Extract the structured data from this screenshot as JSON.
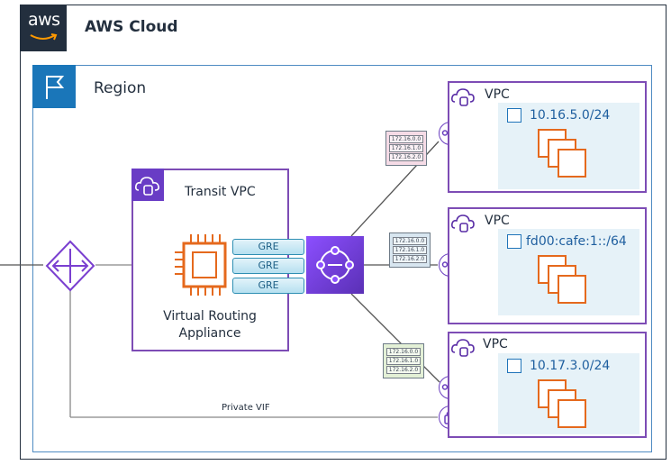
{
  "cloud": {
    "title": "AWS Cloud",
    "logo_text": "aws"
  },
  "region": {
    "title": "Region"
  },
  "transit_vpc": {
    "title": "Transit VPC",
    "appliance_label_1": "Virtual Routing",
    "appliance_label_2": "Appliance"
  },
  "tunnels": [
    "GRE",
    "GRE",
    "GRE"
  ],
  "vpcs": [
    {
      "title": "VPC",
      "cidr": "10.16.5.0/24"
    },
    {
      "title": "VPC",
      "cidr": "fd00:cafe:1::/64"
    },
    {
      "title": "VPC",
      "cidr": "10.17.3.0/24"
    }
  ],
  "route_tables": [
    {
      "rows": [
        "172.16.0.0",
        "172.16.1.0",
        "172.16.2.0"
      ],
      "color": "#f5dbe6"
    },
    {
      "rows": [
        "172.16.0.0",
        "172.16.1.0",
        "172.16.2.0"
      ],
      "color": "#d8e6f0"
    },
    {
      "rows": [
        "172.16.0.0",
        "172.16.1.0",
        "172.16.2.0"
      ],
      "color": "#e3f0d6"
    }
  ],
  "private_vif_label": "Private VIF",
  "colors": {
    "vpc_border": "#7d4cb5",
    "region_border": "#4f8bc2",
    "subnet_fill": "#e6f2f8",
    "ec2_orange": "#e5691d"
  },
  "icons": [
    "aws-logo",
    "flag-icon",
    "cloud-lock-icon",
    "chip-icon",
    "transit-gateway-icon",
    "direct-connect-icon",
    "lock-icon",
    "ec2-instances-icon",
    "attachment-icon",
    "vpn-lock-icon"
  ]
}
